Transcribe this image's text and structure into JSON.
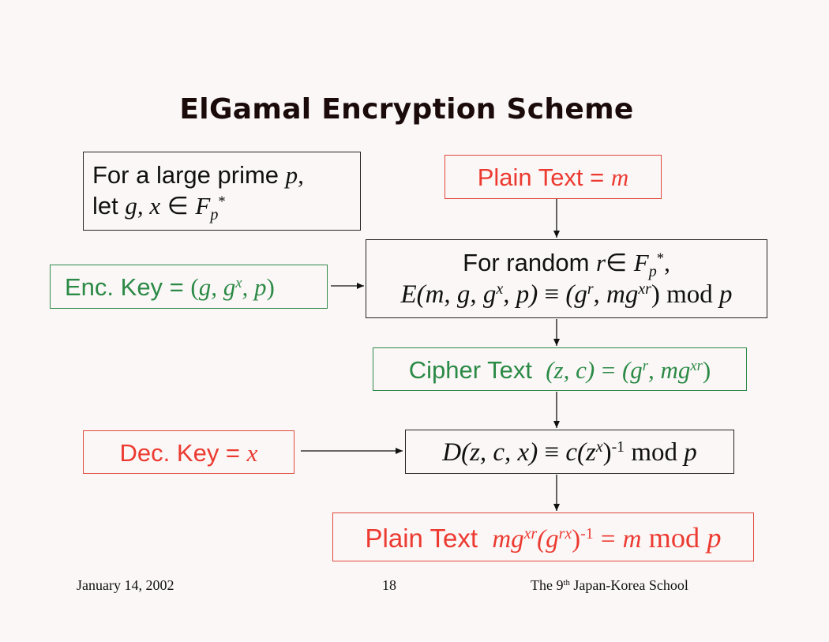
{
  "slide": {
    "title": "ElGamal Encryption Scheme"
  },
  "params_box": {
    "line1_text": "For a large prime",
    "line1_var": "p,",
    "line2_text": "let",
    "line2_vars": "g, x",
    "elem": "∈",
    "field": "F",
    "field_sub": "p",
    "field_sup": "*"
  },
  "plain_text_top": {
    "label": "Plain Text =",
    "var": "m"
  },
  "encryption_box": {
    "line1_text": "For random",
    "line1_var": "r",
    "elem": "∈",
    "field": "F",
    "field_sub": "p",
    "field_sup": "*",
    "line1_end": ",",
    "E_lhs": "E(m, g, g",
    "E_lhs_sup": "x",
    "E_lhs_end": ", p)",
    "congruent": "≡",
    "E_rhs_open": "(g",
    "E_rhs_sup1": "r",
    "E_rhs_mid": ", mg",
    "E_rhs_sup2": "xr",
    "E_rhs_close": ")",
    "mod": "mod",
    "mod_var": "p"
  },
  "enc_key": {
    "label": "Enc. Key =",
    "open": "(",
    "g": "g, g",
    "g_sup": "x",
    "rest": ", p",
    "close": ")"
  },
  "cipher_text": {
    "label": "Cipher Text",
    "pair": "(z, c)",
    "eq": "=",
    "open": "(g",
    "sup1": "r",
    "mid": ", mg",
    "sup2": "xr",
    "close": ")"
  },
  "dec_key": {
    "label": "Dec. Key =",
    "var": "x"
  },
  "decryption_box": {
    "lhs": "D(z, c, x)",
    "congruent": "≡",
    "rhs": "c(z",
    "rhs_sup": "x",
    "rhs_close": ")",
    "inv": "-1",
    "mod": "mod",
    "mod_var": "p"
  },
  "plain_text_bottom": {
    "label": "Plain Text",
    "expr": "mg",
    "sup1": "xr",
    "open": "(g",
    "sup2": "rx",
    "close": ")",
    "inv": "-1",
    "eq": "=",
    "m": "m",
    "mod": "mod",
    "p": "p"
  },
  "footer": {
    "date": "January 14, 2002",
    "page": "18",
    "conf_prefix": "The 9",
    "conf_sup": "th",
    "conf_rest": "Japan-Korea School"
  }
}
